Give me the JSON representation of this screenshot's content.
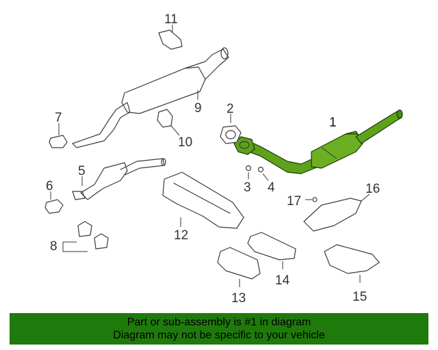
{
  "diagram": {
    "callouts": [
      "1",
      "2",
      "3",
      "4",
      "5",
      "6",
      "7",
      "8",
      "9",
      "10",
      "11",
      "12",
      "13",
      "14",
      "15",
      "16",
      "17"
    ],
    "highlight_color": "#5fa21a"
  },
  "banner": {
    "line1": "Part or sub-assembly is #1 in diagram",
    "line2": "Diagram may not be specific to your vehicle",
    "background": "#1f7a0c"
  }
}
